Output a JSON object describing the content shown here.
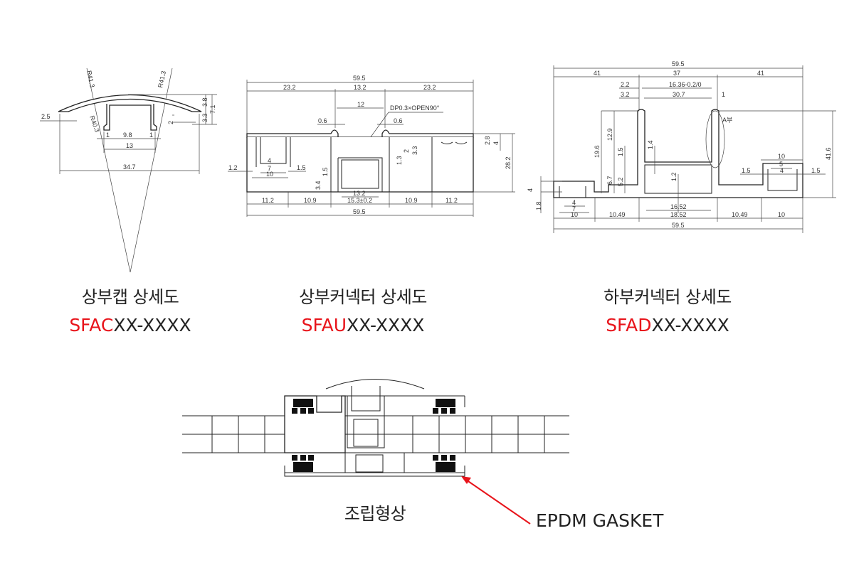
{
  "colors": {
    "accent_red": "#e8141b",
    "line": "#222222"
  },
  "cap": {
    "title": "상부캡 상세도",
    "code_prefix": "SFAC",
    "code_suffix": "XX-XXXX",
    "dims": [
      "R41.3",
      "R41.3",
      "R40.3",
      "2.5",
      "9.8",
      "1",
      "1",
      "13",
      "34.7",
      "3.8",
      "7.1",
      "3.3",
      "2"
    ]
  },
  "upper_connector": {
    "title": "상부커넥터 상세도",
    "code_prefix": "SFAU",
    "code_suffix": "XX-XXXX",
    "note": "DP0.3×OPEN90°",
    "dims": [
      "59.5",
      "23.2",
      "13.2",
      "23.2",
      "12",
      "0.6",
      "0.6",
      "2.8",
      "4",
      "28.2",
      "2",
      "3.3",
      "1.3",
      "4",
      "7",
      "10",
      "1.2",
      "1.5",
      "1.5",
      "3.4",
      "13.2",
      "11.2",
      "10.9",
      "15.3±0.2",
      "10.9",
      "11.2",
      "59.5"
    ]
  },
  "lower_connector": {
    "title": "하부커넥터 상세도",
    "code_prefix": "SFAD",
    "code_suffix": "XX-XXXX",
    "detail_mark": "A부",
    "dims": [
      "59.5",
      "41",
      "37",
      "41",
      "2.2",
      "16.36-0.2/0",
      "3.2",
      "30.7",
      "1",
      "19.6",
      "12.9",
      "1.5",
      "1.4",
      "6.7",
      "5.2",
      "1.2",
      "41.6",
      "10",
      "5",
      "1.5",
      "4",
      "1.5",
      "4",
      "1.8",
      "4",
      "7",
      "16.52",
      "10",
      "10.49",
      "18.52",
      "10.49",
      "10",
      "59.5"
    ]
  },
  "assembly": {
    "title": "조립형상",
    "callout": "EPDM GASKET"
  }
}
